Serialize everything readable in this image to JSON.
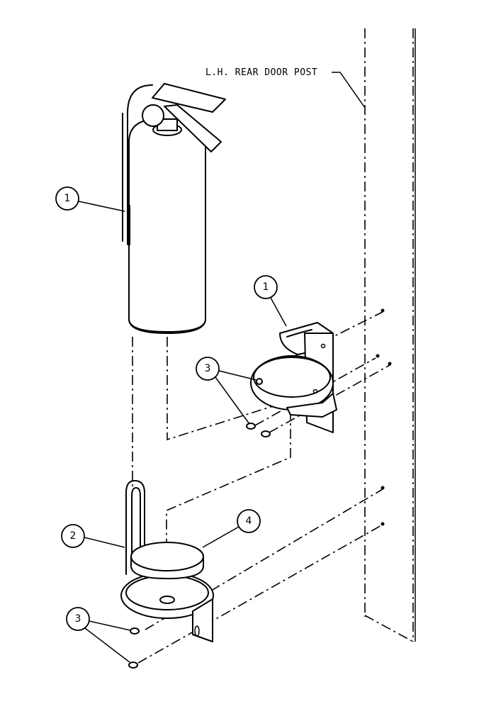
{
  "labels": {
    "door_post": "L.H. REAR DOOR POST"
  },
  "callouts": [
    {
      "id": "extinguisher",
      "number": "1"
    },
    {
      "id": "bracket",
      "number": "1"
    },
    {
      "id": "bracket-screws",
      "number": "3"
    },
    {
      "id": "base-mount",
      "number": "2"
    },
    {
      "id": "pad",
      "number": "4"
    },
    {
      "id": "base-screws",
      "number": "3"
    }
  ]
}
